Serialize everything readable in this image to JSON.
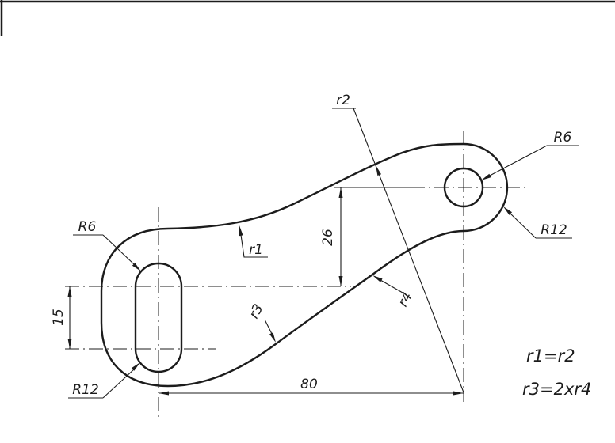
{
  "drawing": {
    "radius_labels": {
      "r1": "r1",
      "r2": "r2",
      "r3": "r3",
      "r4": "r4",
      "left_r6": "R6",
      "left_r12": "R12",
      "right_r6": "R6",
      "right_r12": "R12"
    },
    "dimensions": {
      "slot_height": "15",
      "mid_height": "26",
      "length": "80"
    },
    "notes": {
      "line1": "r1=r2",
      "line2": "r3=2xr4"
    },
    "colors": {
      "ink": "#1c1c1c",
      "paper": "#ffffff"
    }
  }
}
